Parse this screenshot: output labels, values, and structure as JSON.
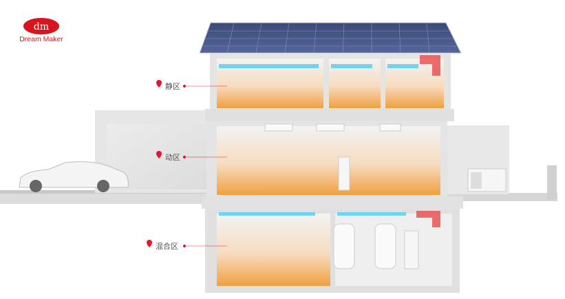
{
  "brand": {
    "name": "Dream Maker",
    "logo_mark": "dm",
    "color": "#d8151c"
  },
  "zones": [
    {
      "label": "静区"
    },
    {
      "label": "动区"
    },
    {
      "label": "混合区"
    }
  ],
  "colors": {
    "accent": "#e8142a",
    "warm_floor": "#f0a040",
    "cool_duct": "#6fd3f2"
  }
}
